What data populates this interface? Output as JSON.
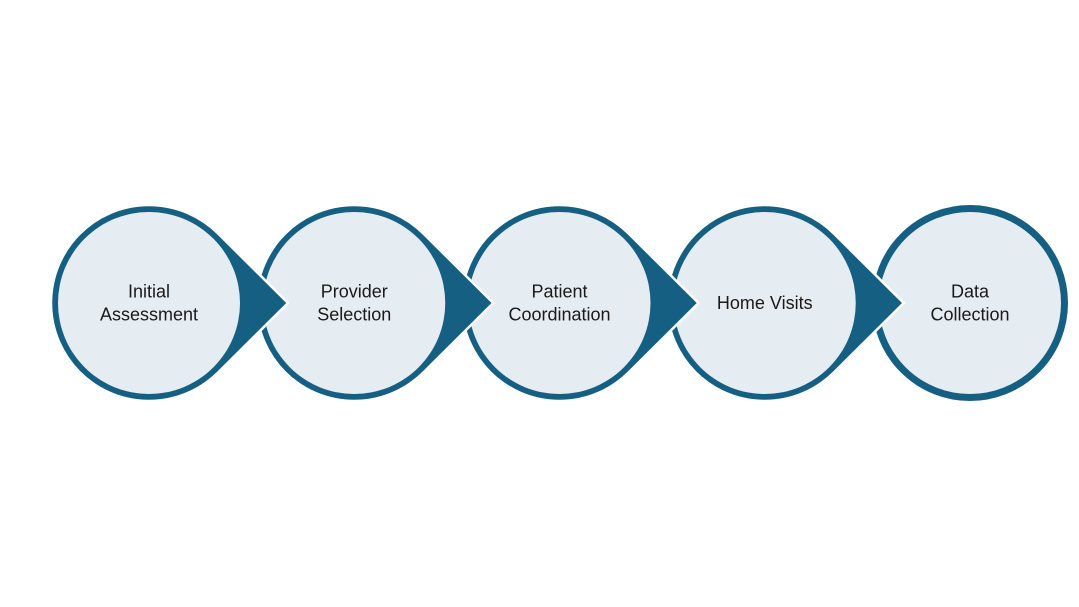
{
  "diagram": {
    "type": "process-flow",
    "direction": "left-to-right",
    "colors": {
      "outline": "#156082",
      "fill": "#e6edf2",
      "separator": "#ffffff",
      "text": "#1a1a1a",
      "background": "#ffffff"
    },
    "steps": [
      {
        "id": "initial-assessment",
        "lines": [
          "Initial",
          "Assessment"
        ],
        "has_arrow": true
      },
      {
        "id": "provider-selection",
        "lines": [
          "Provider",
          "Selection"
        ],
        "has_arrow": true
      },
      {
        "id": "patient-coordination",
        "lines": [
          "Patient",
          "Coordination"
        ],
        "has_arrow": true
      },
      {
        "id": "home-visits",
        "lines": [
          "Home Visits"
        ],
        "has_arrow": true
      },
      {
        "id": "data-collection",
        "lines": [
          "Data",
          "Collection"
        ],
        "has_arrow": false
      }
    ]
  }
}
